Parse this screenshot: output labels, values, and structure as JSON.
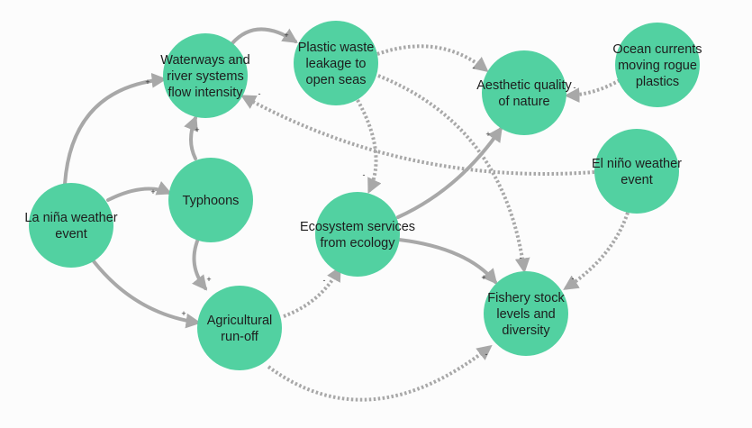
{
  "colors": {
    "node_fill": "#52d1a1",
    "link": "#a8a8a8",
    "label": "#1d1d1d",
    "background": "#fcfcfc"
  },
  "nodes": [
    {
      "id": "waterways",
      "lines": [
        "Waterways and",
        "river systems",
        "flow intensity"
      ]
    },
    {
      "id": "plastic_waste",
      "lines": [
        "Plastic waste",
        "leakage to",
        "open seas"
      ]
    },
    {
      "id": "aesthetic",
      "lines": [
        "Aesthetic quality",
        "of nature"
      ]
    },
    {
      "id": "ocean_currents",
      "lines": [
        "Ocean currents",
        "moving rogue",
        "plastics"
      ]
    },
    {
      "id": "el_nino",
      "lines": [
        "El niño weather",
        "event"
      ]
    },
    {
      "id": "la_nina",
      "lines": [
        "La niña weather",
        "event"
      ]
    },
    {
      "id": "typhoons",
      "lines": [
        "Typhoons"
      ]
    },
    {
      "id": "ecosystem",
      "lines": [
        "Ecosystem services",
        "from ecology"
      ]
    },
    {
      "id": "agricultural",
      "lines": [
        "Agricultural",
        "run-off"
      ]
    },
    {
      "id": "fishery",
      "lines": [
        "Fishery stock",
        "levels and",
        "diversity"
      ]
    }
  ],
  "links": [
    {
      "from": "la_nina",
      "to": "waterways",
      "style": "solid",
      "polarity": "+"
    },
    {
      "from": "la_nina",
      "to": "typhoons",
      "style": "solid",
      "polarity": "+"
    },
    {
      "from": "la_nina",
      "to": "agricultural",
      "style": "solid",
      "polarity": "+"
    },
    {
      "from": "typhoons",
      "to": "waterways",
      "style": "solid",
      "polarity": "+"
    },
    {
      "from": "typhoons",
      "to": "agricultural",
      "style": "solid",
      "polarity": "+"
    },
    {
      "from": "waterways",
      "to": "plastic_waste",
      "style": "solid",
      "polarity": "+"
    },
    {
      "from": "plastic_waste",
      "to": "aesthetic",
      "style": "dotted",
      "polarity": "-"
    },
    {
      "from": "plastic_waste",
      "to": "ecosystem",
      "style": "dotted",
      "polarity": "-"
    },
    {
      "from": "plastic_waste",
      "to": "fishery",
      "style": "dotted",
      "polarity": "-"
    },
    {
      "from": "ocean_currents",
      "to": "aesthetic",
      "style": "dotted",
      "polarity": "-"
    },
    {
      "from": "el_nino",
      "to": "waterways",
      "style": "dotted",
      "polarity": "-"
    },
    {
      "from": "el_nino",
      "to": "fishery",
      "style": "dotted",
      "polarity": "-"
    },
    {
      "from": "ecosystem",
      "to": "aesthetic",
      "style": "solid",
      "polarity": "+"
    },
    {
      "from": "ecosystem",
      "to": "fishery",
      "style": "solid",
      "polarity": "+"
    },
    {
      "from": "agricultural",
      "to": "ecosystem",
      "style": "dotted",
      "polarity": "-"
    },
    {
      "from": "agricultural",
      "to": "fishery",
      "style": "dotted",
      "polarity": "-"
    }
  ]
}
